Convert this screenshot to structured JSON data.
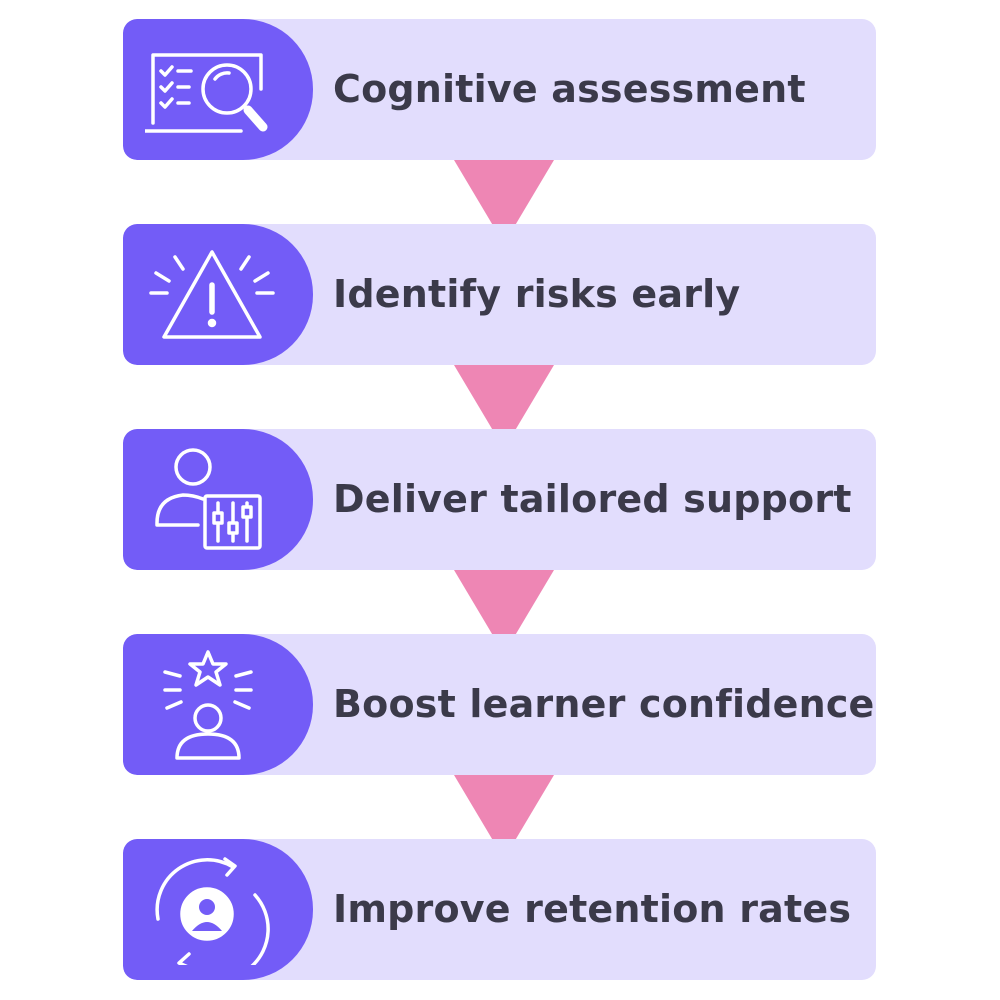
{
  "colors": {
    "card_bg": "#e2ddfd",
    "icon_bg": "#735cf7",
    "arrow": "#ee86b4",
    "text": "#3b3a4a",
    "icon_stroke": "#ffffff"
  },
  "steps": [
    {
      "label": "Cognitive assessment",
      "icon": "assessment-magnifier-icon"
    },
    {
      "label": "Identify risks early",
      "icon": "warning-triangle-icon"
    },
    {
      "label": "Deliver tailored support",
      "icon": "user-adjustments-icon"
    },
    {
      "label": "Boost learner confidence",
      "icon": "user-star-icon"
    },
    {
      "label": "Improve retention rates",
      "icon": "user-cycle-icon"
    }
  ]
}
